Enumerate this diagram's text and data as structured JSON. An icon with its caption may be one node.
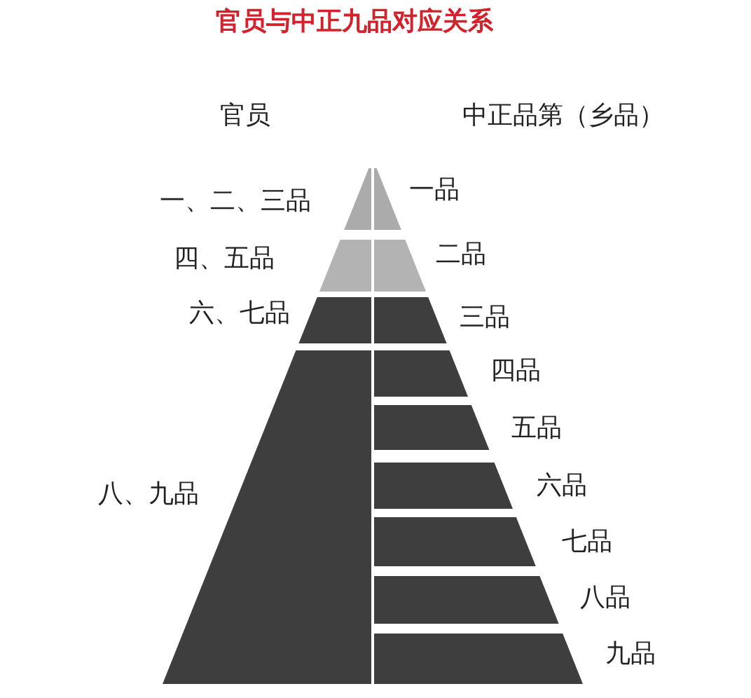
{
  "diagram": {
    "title": "官员与中正九品对应关系",
    "nodes": [
      {
        "text": [],
        "shape": "band",
        "beside": [
          "一、二、三品"
        ]
      },
      {
        "text": [],
        "shape": "band",
        "beside": [
          "四、五品"
        ]
      },
      {
        "text": [],
        "shape": "band",
        "beside": [
          "六、七品"
        ]
      },
      {
        "text": [],
        "shape": "band",
        "beside": [
          "八、九品"
        ]
      },
      {
        "text": [],
        "shape": "band",
        "beside": [
          "一品"
        ]
      },
      {
        "text": [],
        "shape": "band",
        "beside": [
          "二品"
        ]
      },
      {
        "text": [],
        "shape": "band",
        "beside": [
          "三品"
        ]
      },
      {
        "text": [],
        "shape": "band",
        "beside": [
          "四品"
        ]
      },
      {
        "text": [],
        "shape": "band",
        "beside": [
          "五品"
        ]
      },
      {
        "text": [],
        "shape": "band",
        "beside": [
          "六品"
        ]
      },
      {
        "text": [],
        "shape": "band",
        "beside": [
          "七品"
        ]
      },
      {
        "text": [],
        "shape": "band",
        "beside": [
          "八品"
        ]
      },
      {
        "text": [],
        "shape": "band",
        "beside": [
          "九品"
        ]
      }
    ],
    "labels": [
      "官员",
      "中正品第（乡品）"
    ]
  }
}
